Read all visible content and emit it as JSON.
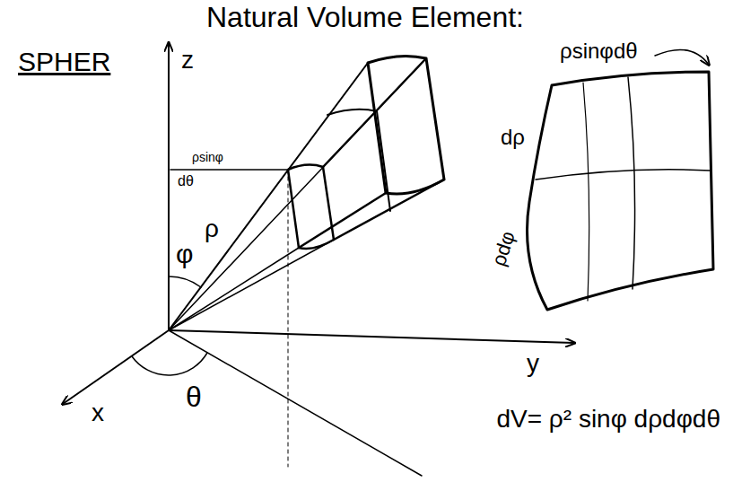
{
  "diagram": {
    "title": "Natural Volume Element:",
    "labels": [
      "SPHER",
      "z",
      "ρsinφ",
      "dθ",
      "φ",
      "ρ",
      "y",
      "x",
      "θ",
      "ρsinφdθ",
      "dρ",
      "ρdφ",
      "dV= ρ² sinφ dρdφdθ"
    ]
  }
}
